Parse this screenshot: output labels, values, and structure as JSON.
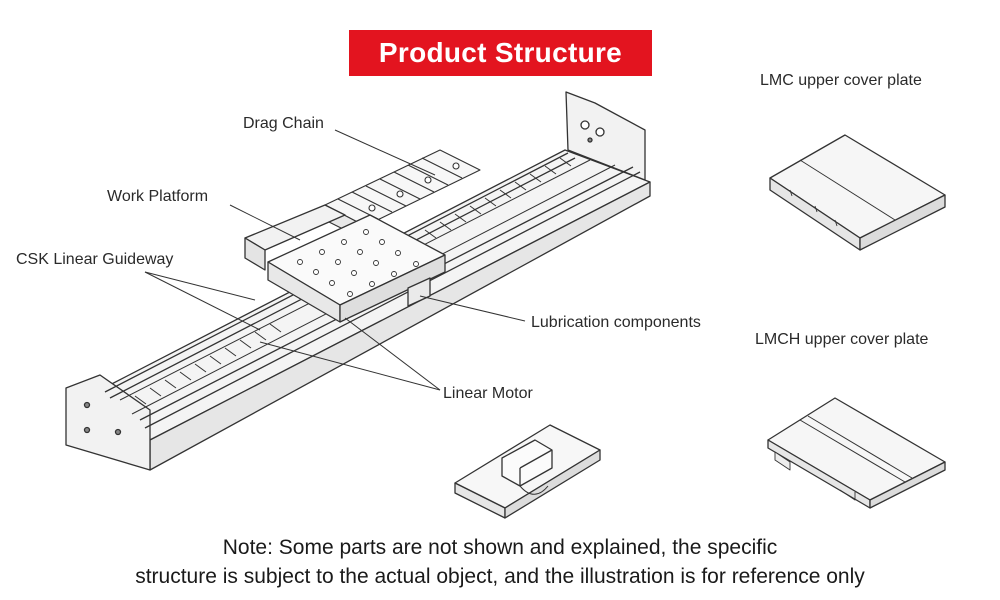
{
  "title": "Product Structure",
  "labels": {
    "drag_chain": "Drag Chain",
    "work_platform": "Work Platform",
    "csk_guideway": "CSK Linear Guideway",
    "lubrication": "Lubrication components",
    "linear_motor": "Linear Motor",
    "lmc_cover": "LMC upper cover plate",
    "lmch_cover": "LMCH upper cover plate"
  },
  "note": {
    "line1": "Note: Some parts are not shown and explained, the specific",
    "line2": "structure is subject to the actual object, and the illustration is for reference only"
  },
  "colors": {
    "banner": "#e3141f",
    "line": "#333333"
  }
}
